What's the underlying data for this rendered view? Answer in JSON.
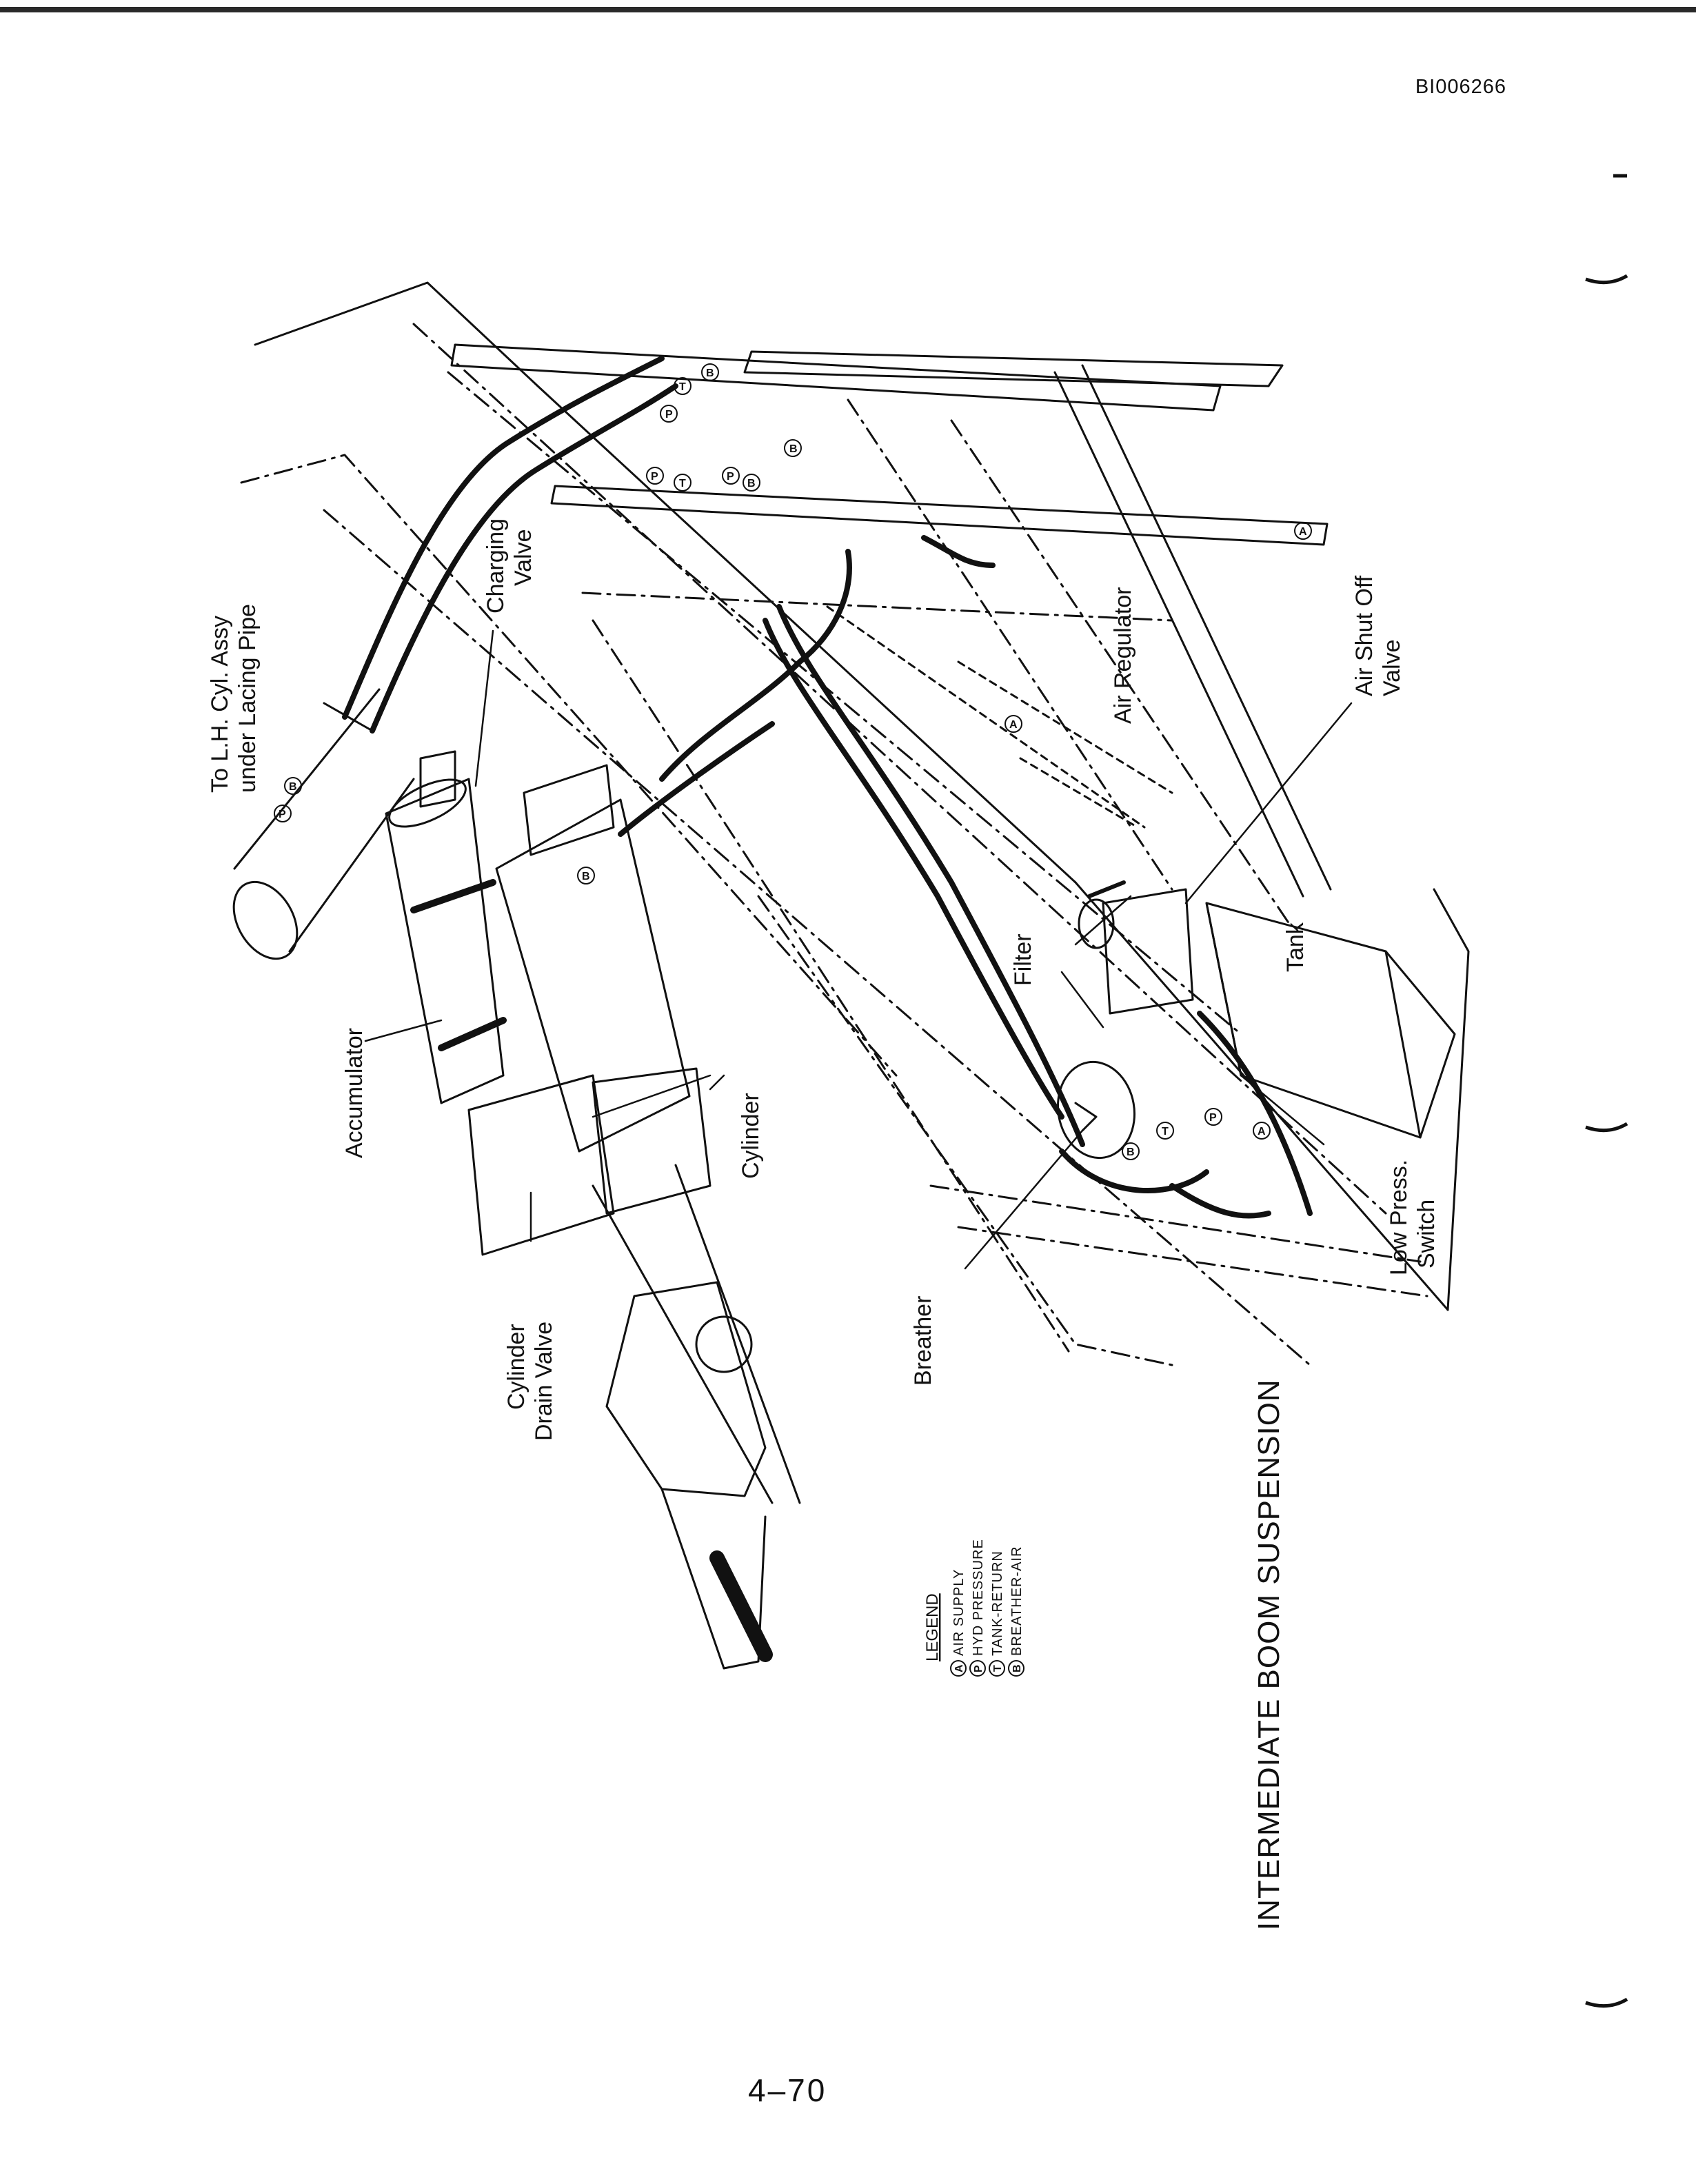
{
  "document": {
    "doc_id": "BI006266",
    "page_number": "4–70",
    "title": "INTERMEDIATE BOOM SUSPENSION"
  },
  "labels": {
    "to_lh_cyl_line1": "To L.H. Cyl. Assy",
    "to_lh_cyl_line2": "under Lacing Pipe",
    "charging_valve_line1": "Charging",
    "charging_valve_line2": "Valve",
    "air_regulator": "Air Regulator",
    "air_shutoff_line1": "Air Shut Off",
    "air_shutoff_line2": "Valve",
    "accumulator": "Accumulator",
    "cylinder": "Cylinder",
    "filter": "Filter",
    "tank": "Tank",
    "low_press_line1": "Low Press.",
    "low_press_line2": "Switch",
    "cylinder_drain_line1": "Cylinder",
    "cylinder_drain_line2": "Drain Valve",
    "breather": "Breather"
  },
  "legend": {
    "heading": "LEGEND",
    "items": [
      {
        "code": "A",
        "text": "AIR SUPPLY"
      },
      {
        "code": "P",
        "text": "HYD PRESSURE"
      },
      {
        "code": "T",
        "text": "TANK-RETURN"
      },
      {
        "code": "B",
        "text": "BREATHER-AIR"
      }
    ]
  },
  "line_codes": {
    "A": "A",
    "P": "P",
    "T": "T",
    "B": "B"
  }
}
